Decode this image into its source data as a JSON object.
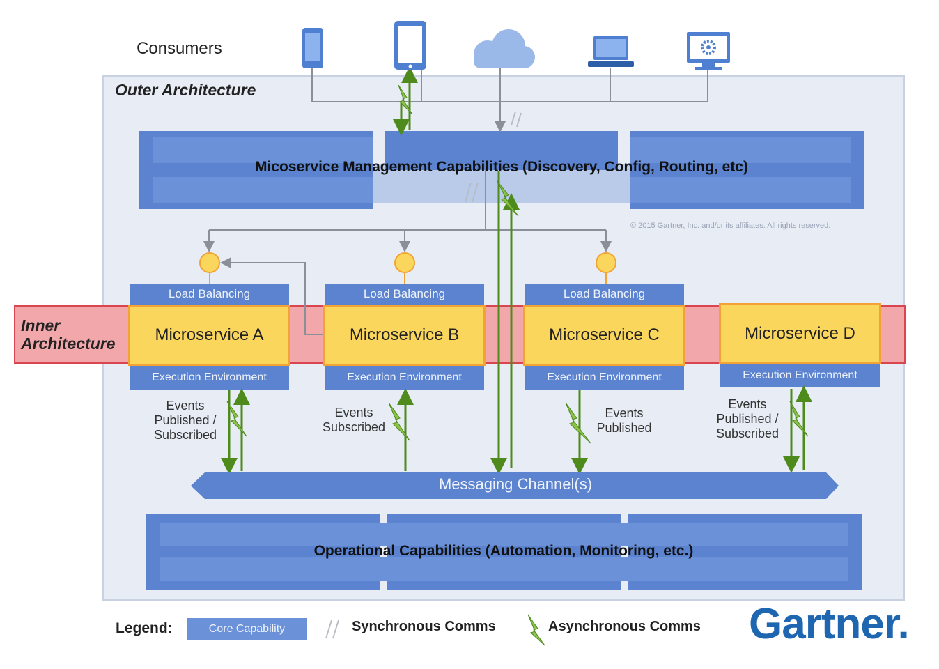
{
  "consumers_label": "Consumers",
  "outer_architecture_label": "Outer Architecture",
  "inner_architecture_label_line1": "Inner",
  "inner_architecture_label_line2": "Architecture",
  "management_label": "Micoservice Management Capabilities (Discovery, Config, Routing, etc)",
  "copyright": "© 2015 Gartner, Inc. and/or its affiliates. All rights reserved.",
  "services": [
    {
      "load_balancing": "Load Balancing",
      "name": "Microservice A",
      "execution": "Execution Environment",
      "events": [
        "Events",
        "Published /",
        "Subscribed"
      ]
    },
    {
      "load_balancing": "Load Balancing",
      "name": "Microservice B",
      "execution": "Execution Environment",
      "events": [
        "Events",
        "Subscribed"
      ]
    },
    {
      "load_balancing": "Load Balancing",
      "name": "Microservice C",
      "execution": "Execution Environment",
      "events": [
        "Events",
        "Published"
      ]
    },
    {
      "name": "Microservice D",
      "execution": "Execution Environment",
      "events": [
        "Events",
        "Published /",
        "Subscribed"
      ]
    }
  ],
  "messaging_label": "Messaging Channel(s)",
  "operational_label": "Operational Capabilities (Automation, Monitoring, etc.)",
  "legend": {
    "label": "Legend:",
    "core": "Core Capability",
    "sync": "Synchronous Comms",
    "async": "Asynchronous Comms"
  },
  "brand": "Gartner.",
  "colors": {
    "capability_blue": "#5b83cf",
    "microservice_yellow": "#fbd65d",
    "inner_band_pink": "#f2a8ab",
    "async_green": "#7ac142",
    "brand_blue": "#1f66b1"
  },
  "icons": [
    "phone-icon",
    "tablet-icon",
    "cloud-icon",
    "laptop-icon",
    "monitor-gear-icon",
    "lightning-bolt-icon"
  ]
}
